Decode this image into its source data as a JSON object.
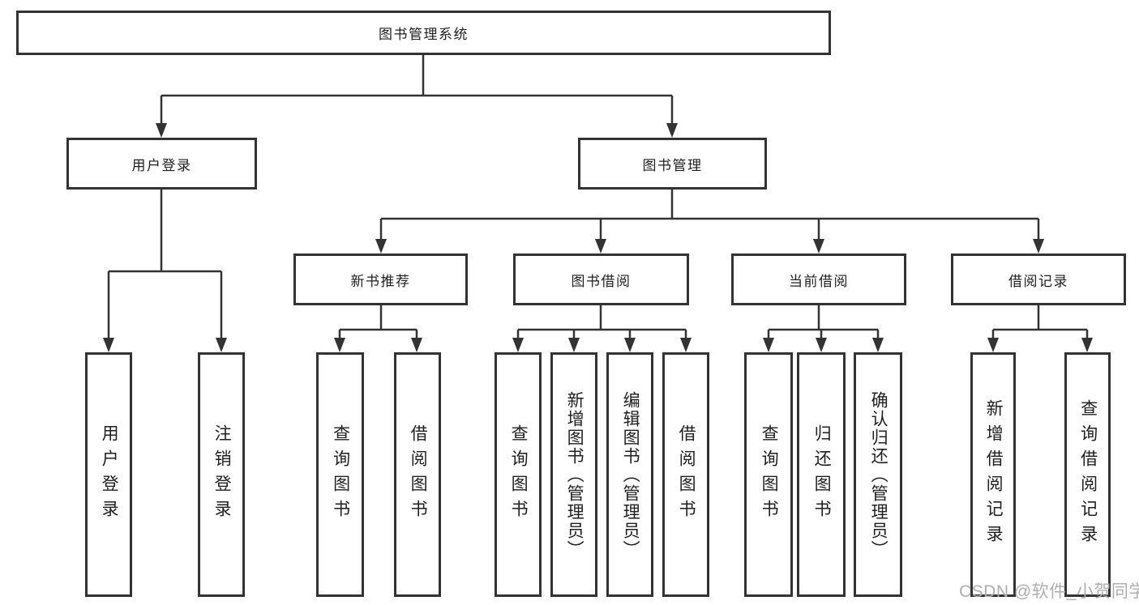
{
  "tree": {
    "label": "图书管理系统",
    "children": [
      {
        "label": "用户登录",
        "children": [
          {
            "label": "用户登录"
          },
          {
            "label": "注销登录"
          }
        ]
      },
      {
        "label": "图书管理",
        "children": [
          {
            "label": "新书推荐",
            "children": [
              {
                "label": "查询图书"
              },
              {
                "label": "借阅图书"
              }
            ]
          },
          {
            "label": "图书借阅",
            "children": [
              {
                "label": "查询图书"
              },
              {
                "label": "新增图书（管理员）"
              },
              {
                "label": "编辑图书（管理员）"
              },
              {
                "label": "借阅图书"
              }
            ]
          },
          {
            "label": "当前借阅",
            "children": [
              {
                "label": "查询图书"
              },
              {
                "label": "归还图书"
              },
              {
                "label": "确认归还（管理员）"
              }
            ]
          },
          {
            "label": "借阅记录",
            "children": [
              {
                "label": "新增借阅记录"
              },
              {
                "label": "查询借阅记录"
              }
            ]
          }
        ]
      }
    ]
  },
  "watermark": {
    "text": "CSDN @软件_小贺同学"
  },
  "colors": {
    "line": "#333333",
    "box_border": "#333333",
    "text": "#1f1f1f",
    "watermark": "#aeaeae",
    "background": "#ffffff"
  }
}
